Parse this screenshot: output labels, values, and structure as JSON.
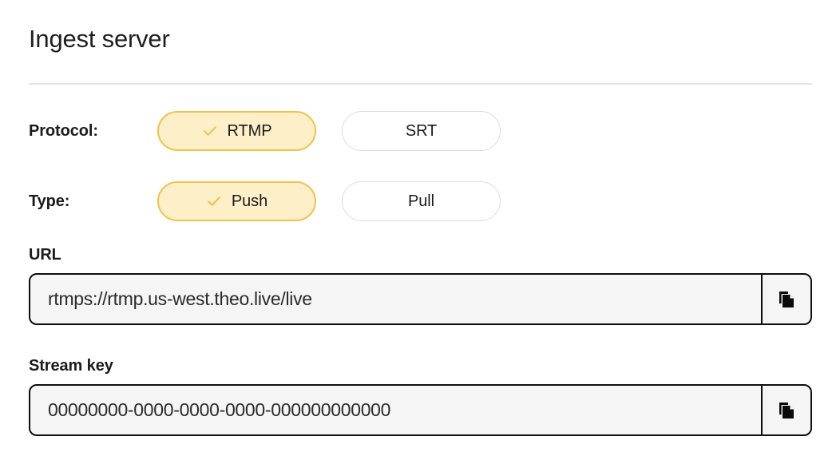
{
  "section": {
    "title": "Ingest server"
  },
  "options": {
    "protocol": {
      "label": "Protocol:",
      "choices": [
        {
          "label": "RTMP",
          "selected": true
        },
        {
          "label": "SRT",
          "selected": false
        }
      ]
    },
    "type": {
      "label": "Type:",
      "choices": [
        {
          "label": "Push",
          "selected": true
        },
        {
          "label": "Pull",
          "selected": false
        }
      ]
    }
  },
  "fields": {
    "url": {
      "label": "URL",
      "value": "rtmps://rtmp.us-west.theo.live/live",
      "copy_icon": "copy-icon"
    },
    "stream_key": {
      "label": "Stream key",
      "value": "00000000-0000-0000-0000-000000000000",
      "copy_icon": "copy-icon"
    }
  },
  "icons": {
    "check": "check-icon"
  },
  "colors": {
    "selected_fill": "#fdefc8",
    "selected_border": "#f2c14b",
    "check": "#f2c14b",
    "unselected_border": "#dcdcdc",
    "input_border": "#0e0e0e",
    "input_fill": "#f5f5f5",
    "rule": "#e4e4e4",
    "text": "#1b1b1b",
    "page_background": "#ffffff"
  }
}
